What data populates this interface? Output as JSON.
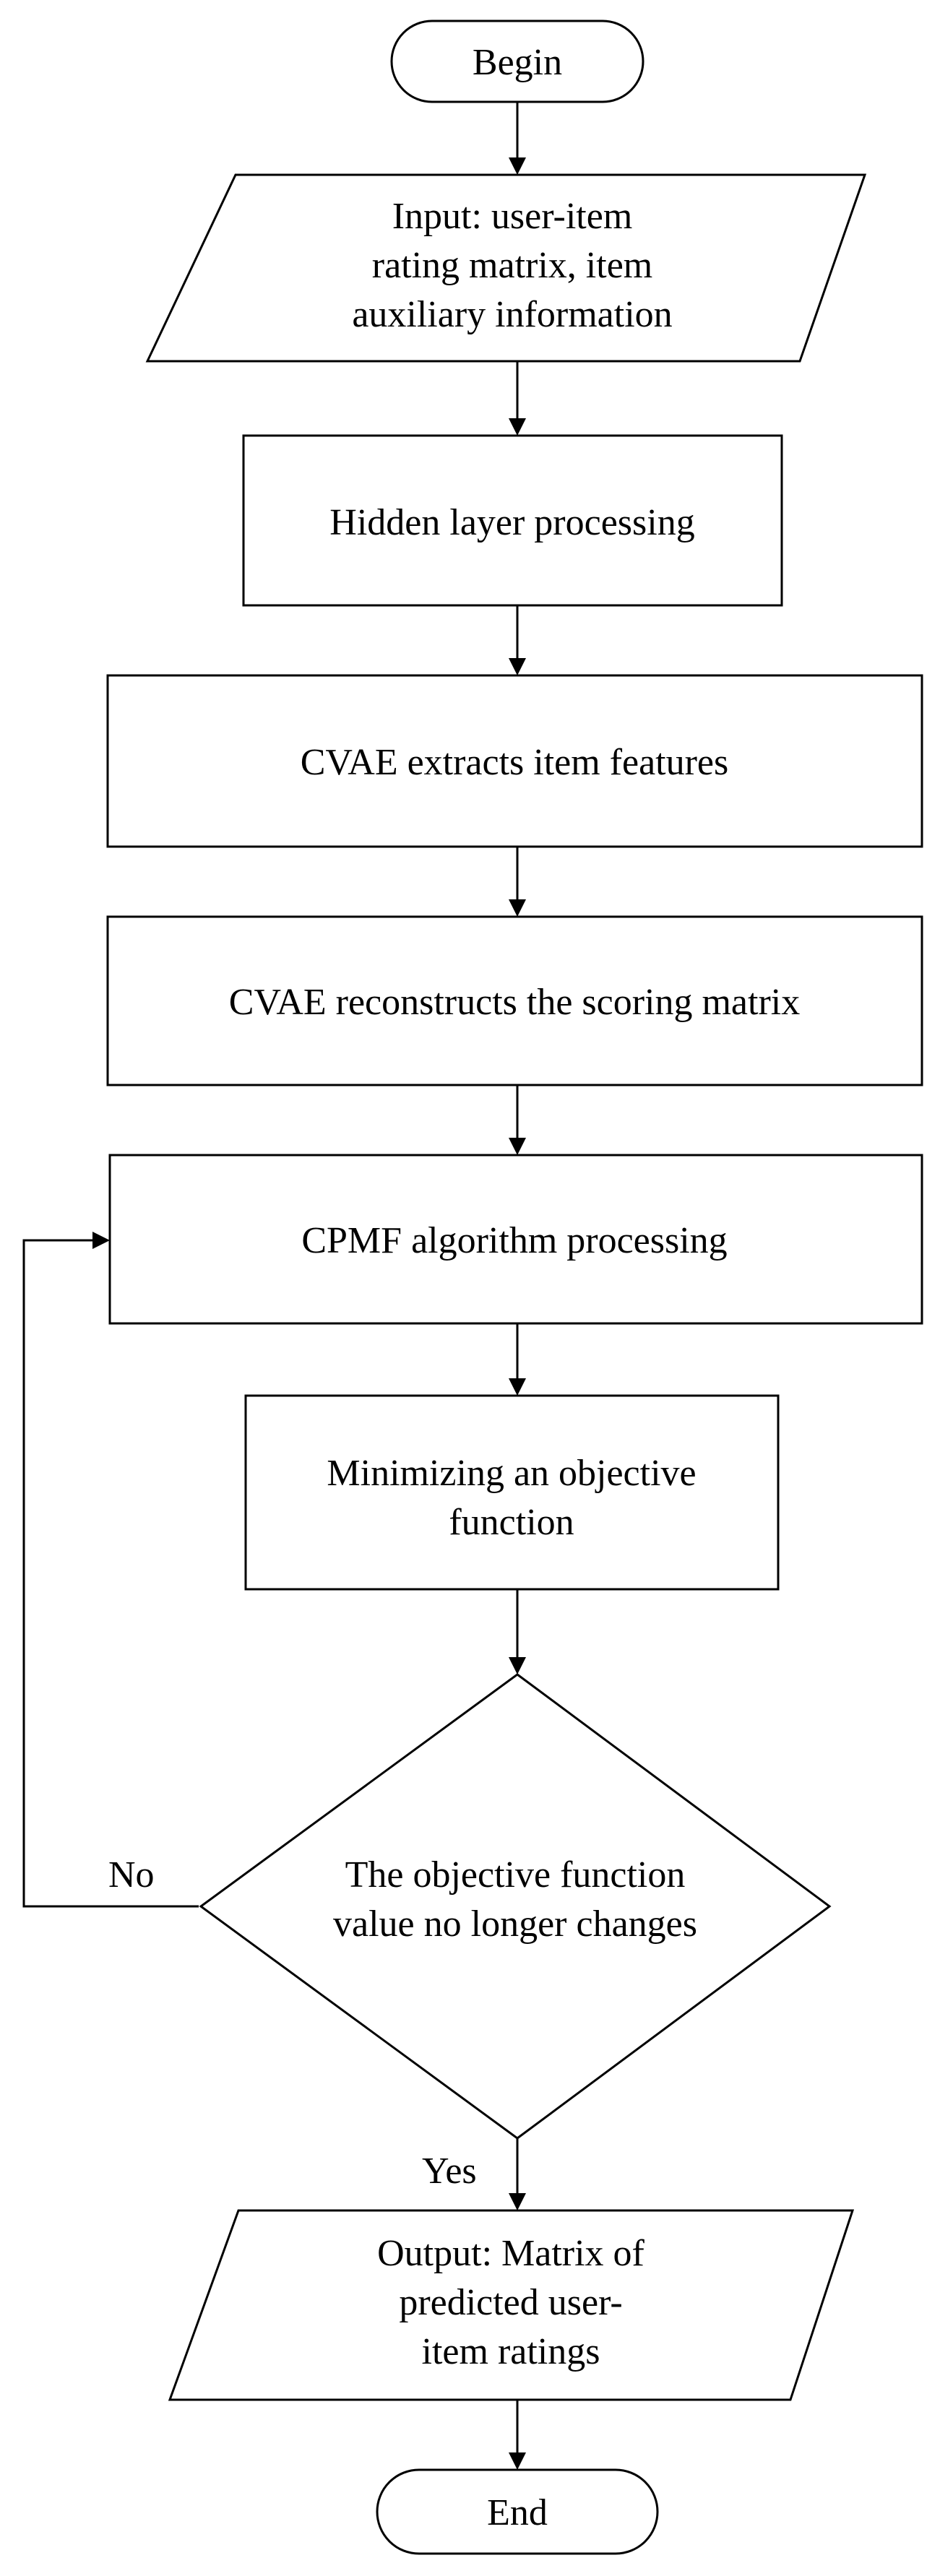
{
  "nodes": {
    "begin": {
      "label": "Begin"
    },
    "input": {
      "lines": [
        "Input: user-item",
        "rating matrix, item",
        "auxiliary information"
      ]
    },
    "hidden": {
      "label": "Hidden layer processing"
    },
    "extract": {
      "label": "CVAE extracts item features"
    },
    "reconstruct": {
      "label": "CVAE reconstructs the scoring matrix"
    },
    "cpmf": {
      "label": "CPMF algorithm processing"
    },
    "minimize": {
      "lines": [
        "Minimizing an objective",
        "function"
      ]
    },
    "decision": {
      "lines": [
        "The objective function",
        "value no longer changes"
      ]
    },
    "output": {
      "lines": [
        "Output: Matrix of",
        "predicted user-",
        "item ratings"
      ]
    },
    "end": {
      "label": "End"
    }
  },
  "edges": {
    "no_label": "No",
    "yes_label": "Yes"
  }
}
